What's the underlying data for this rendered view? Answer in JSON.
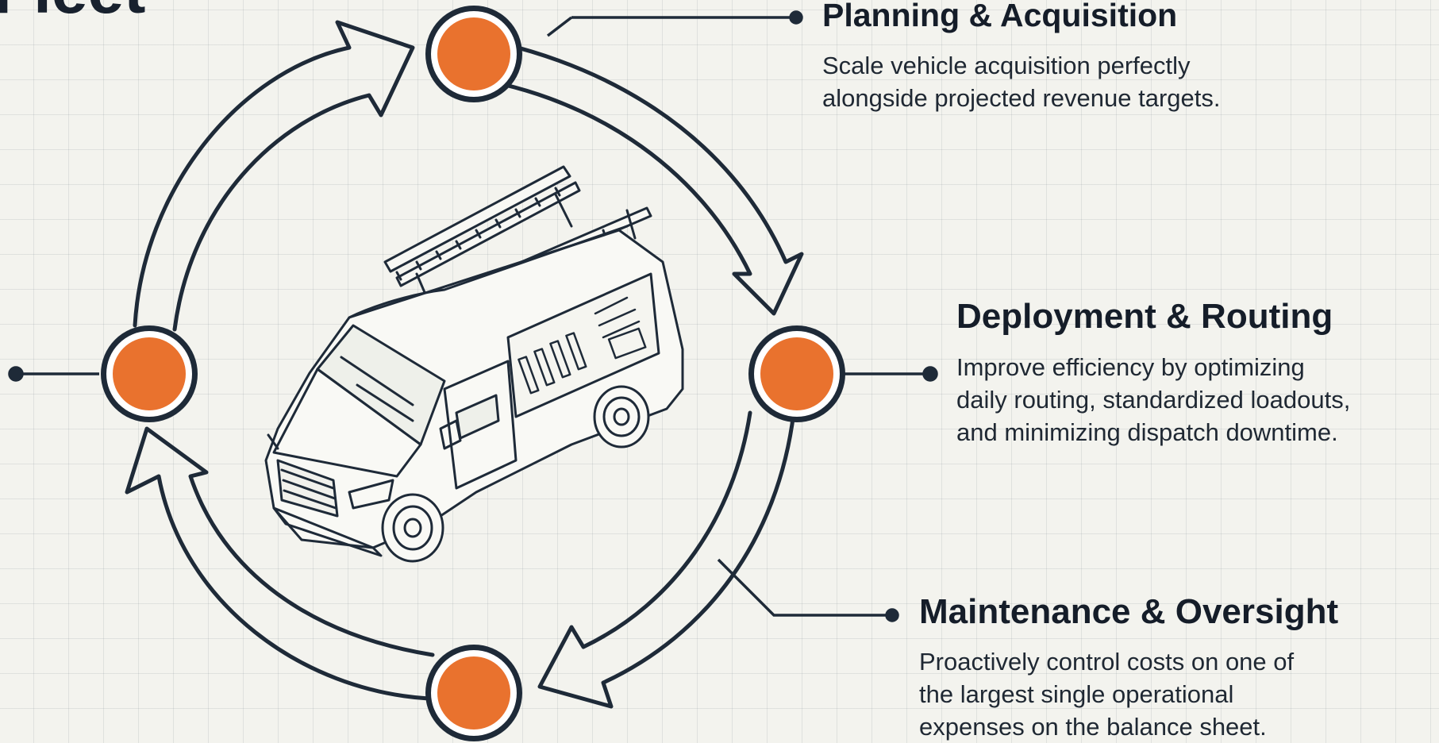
{
  "title": "Fleet",
  "colors": {
    "accent": "#e9722e",
    "ink": "#1e2a38",
    "background": "#f3f3ee"
  },
  "illustration": "service-van-with-roof-rack-and-tool-decals",
  "stages": [
    {
      "heading": "Planning & Acquisition",
      "lines": [
        "Scale vehicle acquisition perfectly",
        "alongside projected revenue targets."
      ]
    },
    {
      "heading": "Deployment & Routing",
      "lines": [
        "Improve efficiency by optimizing",
        "daily routing, standardized loadouts,",
        "and minimizing dispatch downtime."
      ]
    },
    {
      "heading": "Maintenance & Oversight",
      "lines": [
        "Proactively control costs on one of",
        "the largest single operational",
        "expenses on the balance sheet."
      ]
    }
  ]
}
